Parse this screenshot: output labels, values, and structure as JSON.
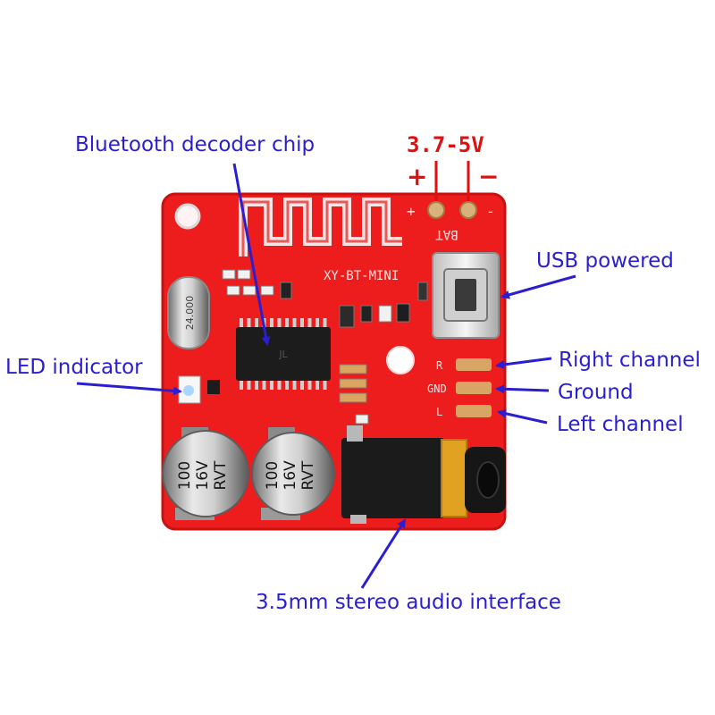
{
  "colors": {
    "board": "#ee1d1d",
    "board_edge": "#c81212",
    "label": "#2a1fd0",
    "polarity": "#e01010",
    "silk": "#f6e6e6"
  },
  "labels": {
    "bluetooth_chip": "Bluetooth decoder chip",
    "voltage": "3.7-5V",
    "plus": "+",
    "minus": "−",
    "usb": "USB powered",
    "right_channel": "Right channel",
    "ground": "Ground",
    "left_channel": "Left channel",
    "led": "LED indicator",
    "audio": "3.5mm stereo audio interface"
  },
  "board": {
    "model": "XY-BT-MINI",
    "bat": "BAT",
    "bat_plus": "+",
    "bat_minus": "-",
    "crystal": "24.000",
    "pin_r": "R",
    "pin_gnd": "GND",
    "pin_l": "L",
    "cap1": [
      "100",
      "16V",
      "RVT"
    ],
    "cap2": [
      "100",
      "16V",
      "RVT"
    ]
  }
}
